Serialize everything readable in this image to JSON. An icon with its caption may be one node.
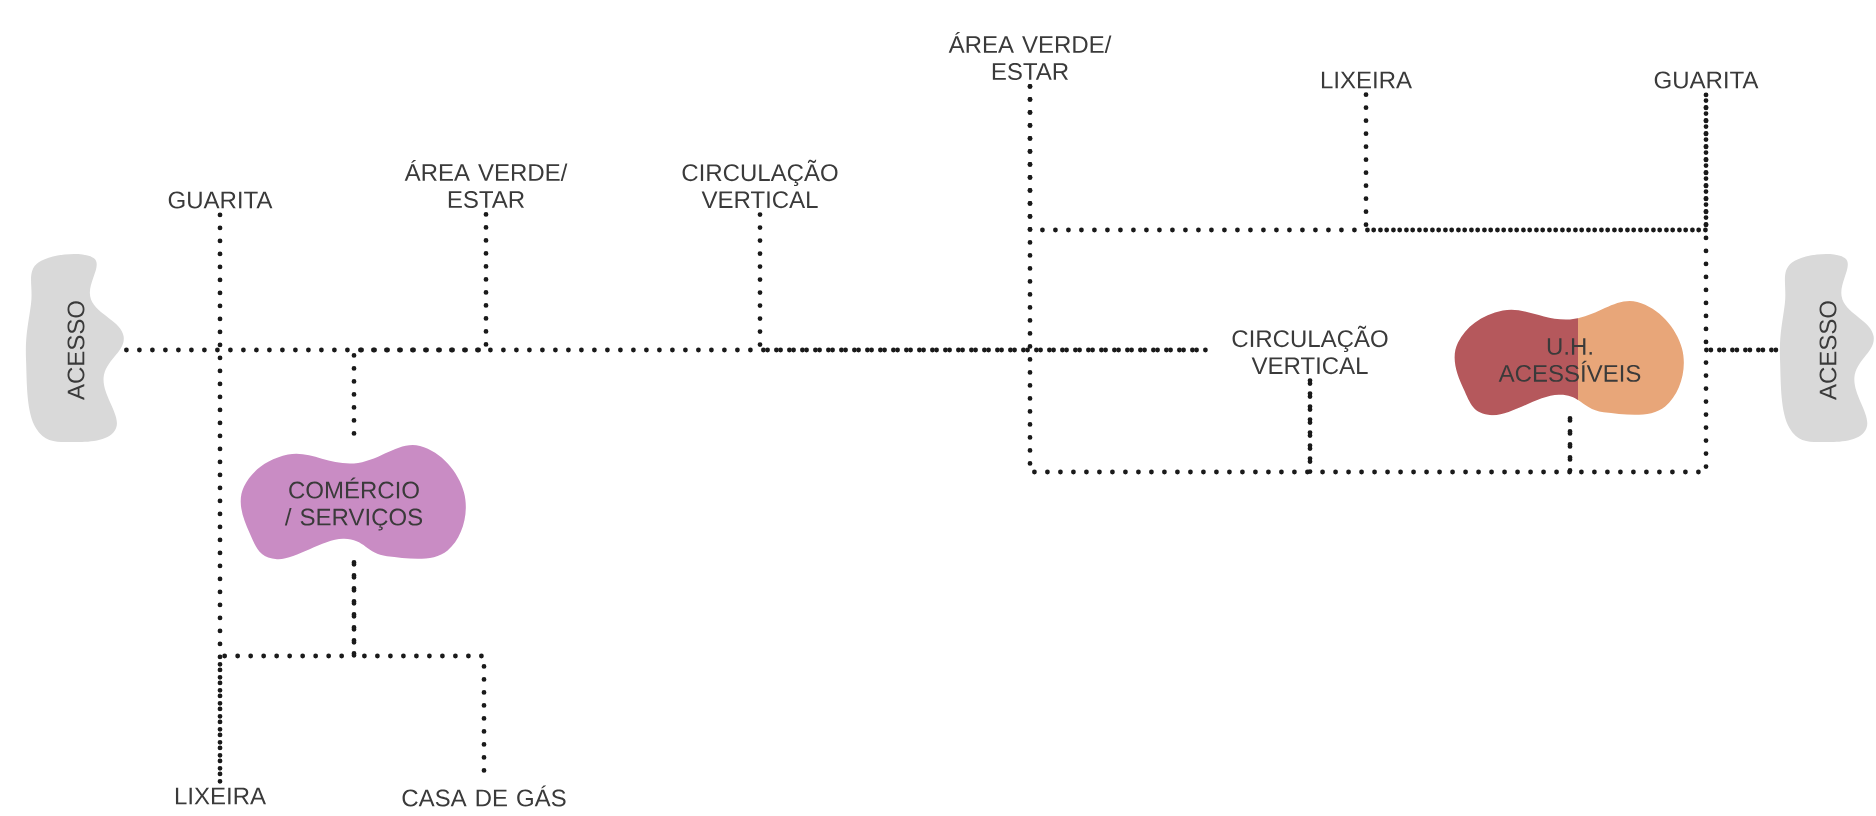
{
  "diagram": {
    "nodes": [
      {
        "text": [
          "ACESSO"
        ]
      },
      {
        "text": [
          "GUARITA"
        ]
      },
      {
        "text": [
          "ÁREA VERDE/ ESTAR"
        ]
      },
      {
        "text": [
          "CIRCULAÇÃO VERTICAL"
        ]
      },
      {
        "text": [
          "COMÉRCIO / SERVIÇOS"
        ]
      },
      {
        "text": [
          "LIXEIRA"
        ]
      },
      {
        "text": [
          "CASA DE GÁS"
        ]
      },
      {
        "text": [
          "ÁREA VERDE/ ESTAR"
        ]
      },
      {
        "text": [
          "LIXEIRA"
        ]
      },
      {
        "text": [
          "GUARITA"
        ]
      },
      {
        "text": [
          "CIRCULAÇÃO VERTICAL"
        ]
      },
      {
        "text": [
          "U.H. ACESSÍVEIS"
        ]
      },
      {
        "text": [
          "ACESSO"
        ]
      }
    ],
    "edges": [
      {
        "from": 0,
        "to": 10,
        "arrow": "none"
      },
      {
        "from": 1,
        "to": 5,
        "arrow": "none"
      },
      {
        "from": 2,
        "to": 4,
        "arrow": "none"
      },
      {
        "from": 3,
        "to": 10,
        "arrow": "none"
      },
      {
        "from": 4,
        "to": 6,
        "arrow": "none"
      },
      {
        "from": 5,
        "to": 4,
        "arrow": "none"
      },
      {
        "from": 7,
        "to": 9,
        "arrow": "none"
      },
      {
        "from": 8,
        "to": 9,
        "arrow": "none"
      },
      {
        "from": 9,
        "to": 12,
        "arrow": "none"
      },
      {
        "from": 7,
        "to": 10,
        "arrow": "none"
      },
      {
        "from": 10,
        "to": 11,
        "arrow": "none"
      },
      {
        "from": 11,
        "to": 12,
        "arrow": "none"
      }
    ]
  }
}
